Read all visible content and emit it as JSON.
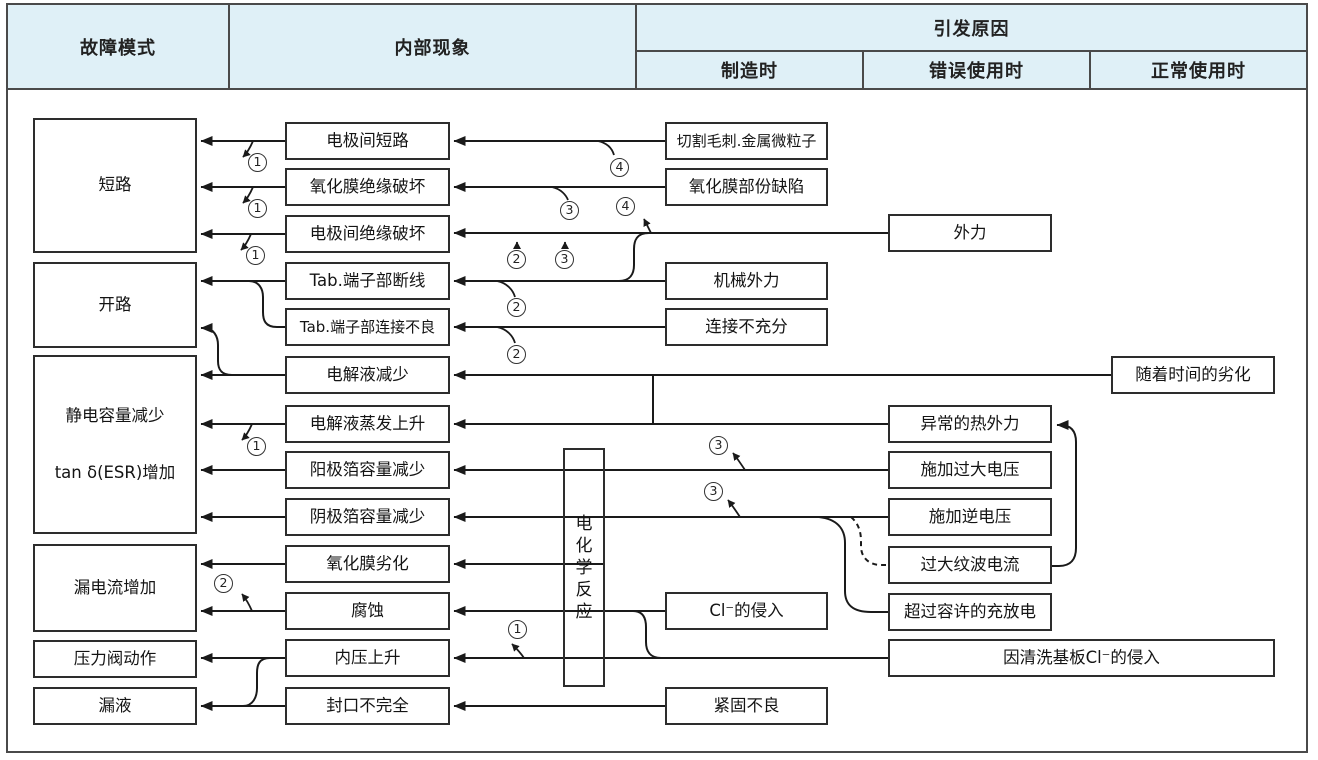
{
  "header": {
    "fault_mode": "故障模式",
    "internal_phenomenon": "内部现象",
    "trigger_cause": "引发原因",
    "manufacturing": "制造时",
    "misuse": "错误使用时",
    "normal_use": "正常使用时"
  },
  "fault_modes": [
    {
      "label": "短路"
    },
    {
      "label": "开路"
    },
    {
      "label": "静电容量减少",
      "label2": "tan δ(ESR)增加"
    },
    {
      "label": "漏电流增加"
    },
    {
      "label": "压力阀动作"
    },
    {
      "label": "漏液"
    }
  ],
  "internal_phenomena": [
    "电极间短路",
    "氧化膜绝缘破坏",
    "电极间绝缘破坏",
    "Tab.端子部断线",
    "Tab.端子部连接不良",
    "电解液减少",
    "电解液蒸发上升",
    "阳极箔容量减少",
    "阴极箔容量减少",
    "氧化膜劣化",
    "腐蚀",
    "内压上升",
    "封口不完全"
  ],
  "reaction_box": {
    "label": "电化学反应"
  },
  "causes_manufacturing": [
    "切割毛刺.金属微粒子",
    "氧化膜部份缺陷",
    "机械外力",
    "连接不充分",
    "Cl⁻的侵入",
    "紧固不良"
  ],
  "causes_misuse": [
    "外力",
    "异常的热外力",
    "施加过大电压",
    "施加逆电压",
    "过大纹波电流",
    "超过容许的充放电",
    "因清洗基板Cl⁻的侵入"
  ],
  "causes_normal": [
    "随着时间的劣化"
  ],
  "connector_labels": {
    "n1": "1",
    "n2": "2",
    "n3": "3",
    "n4": "4"
  },
  "colors": {
    "header_bg": "#dff0f7",
    "line": "#1a1a1a",
    "border": "#4a4a4a"
  }
}
